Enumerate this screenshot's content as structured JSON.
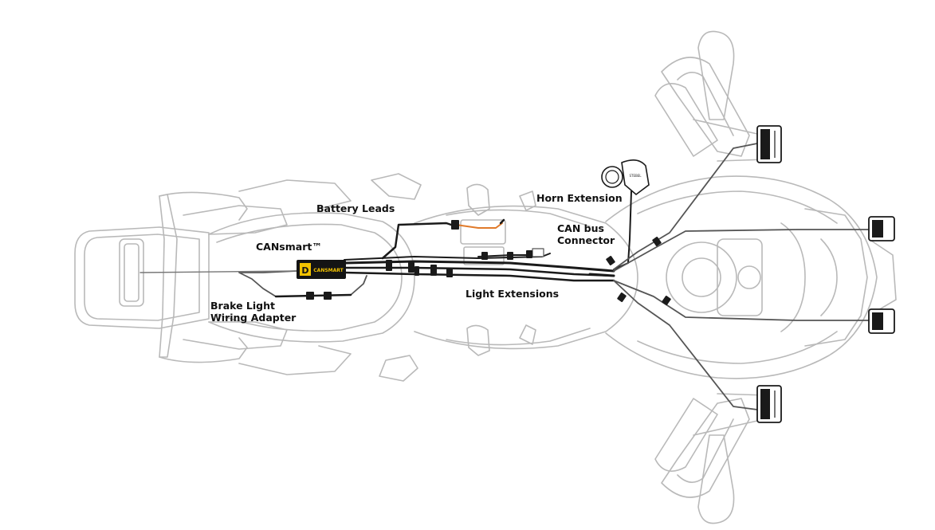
{
  "labels": {
    "battery_leads": "Battery Leads",
    "horn_extension": "Horn Extension",
    "can_bus_line1": "CAN bus",
    "can_bus_line2": "Connector",
    "cansmart": "CANsmart™",
    "light_extensions": "Light Extensions",
    "brake_light_line1": "Brake Light",
    "brake_light_line2": "Wiring Adapter"
  },
  "device": {
    "logo_letter": "D",
    "brand_text": "CANSMART"
  },
  "horn": {
    "cap_text": "STEBEL"
  },
  "colors": {
    "outline": "#b9b9b9",
    "harness": "#1a1a1a",
    "battery_positive": "#e07a2a",
    "device_body": "#141414",
    "device_accent": "#f2c200"
  }
}
